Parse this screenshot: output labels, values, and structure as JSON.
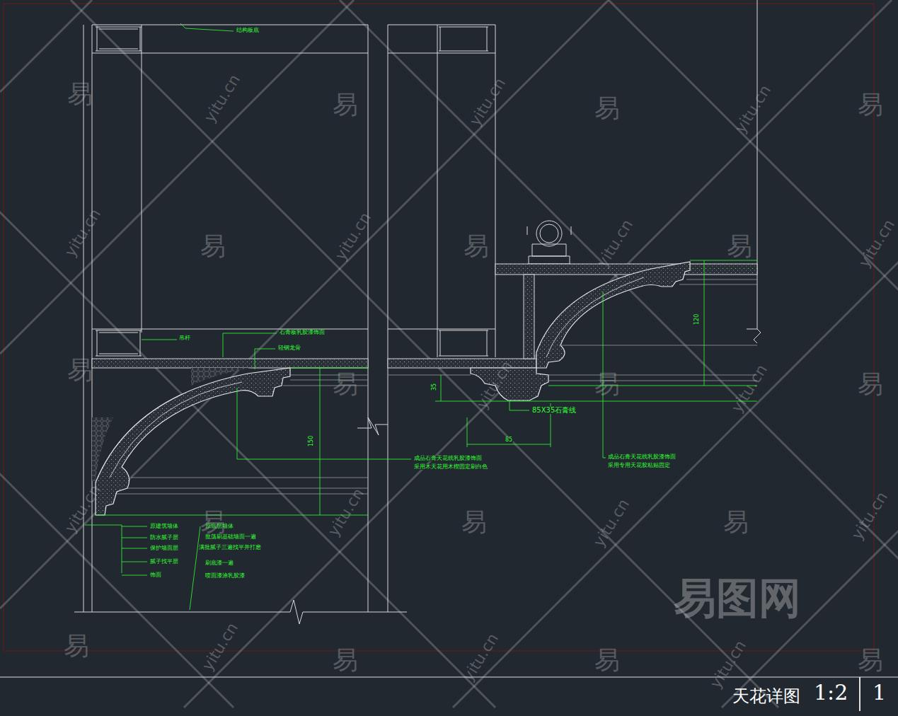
{
  "diagram": {
    "title": "天花详图",
    "labels": [
      "结构板底",
      "吊杆",
      "石膏板乳胶漆饰面",
      "轻钢龙骨",
      "150",
      "35",
      "85X35石膏线",
      "85",
      "120",
      "成品石膏天花线乳胶漆饰面",
      "采用木天花用木楔固定刷白色",
      "成品石膏天花线乳胶漆饰面",
      "采用专用天花胶粘贴固定",
      "原建筑墙体",
      "防水腻子层",
      "保护墙面层",
      "腻子找平层",
      "饰面",
      "原底层墙体",
      "批荡刷基础墙面一遍",
      "满批腻子三遍找平并打磨",
      "刷底漆一遍",
      "喷面漆涂乳胶漆",
      "1:2",
      "1",
      "易",
      "易",
      "易",
      "易",
      "易",
      "易",
      "易",
      "易",
      "易",
      "易",
      "易",
      "易",
      "易",
      "易",
      "易",
      "易",
      "易",
      "易",
      "yitu.cn",
      "yitu.cn",
      "yitu.cn",
      "yitu.cn",
      "yitu.cn",
      "yitu.cn",
      "yitu.cn",
      "yitu.cn",
      "yitu.cn",
      "yitu.cn",
      "yitu.cn",
      "yitu.cn",
      "yitu.cn",
      "yitu.cn",
      "yitu.cn",
      "yitu.cn",
      "易图网"
    ]
  }
}
